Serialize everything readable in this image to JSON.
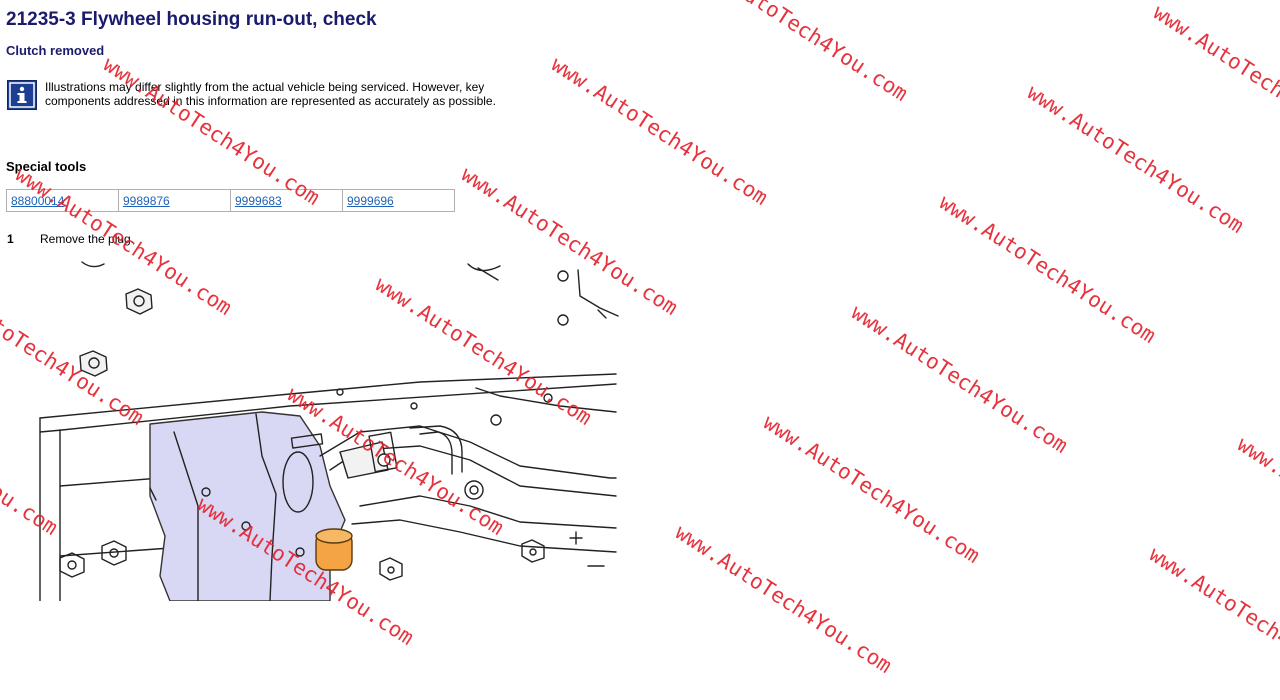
{
  "document": {
    "title": "21235-3 Flywheel housing run-out, check",
    "subtitle": "Clutch removed",
    "info_icon": "info-icon",
    "info_note": "Illustrations may differ slightly from the actual vehicle being serviced. However, key components addressed in this information are represented as accurately as possible.",
    "special_tools_heading": "Special tools",
    "special_tools": [
      "88800014",
      "9989876",
      "9999683",
      "9999696"
    ],
    "steps": [
      {
        "number": "1",
        "text": "Remove the plug."
      }
    ]
  },
  "watermark": {
    "text": "www.AutoTech4You.com",
    "color": "#e4222d"
  },
  "colors": {
    "title": "#1b1b6e",
    "link": "#1f63b6",
    "highlight_part": "#f4a444",
    "housing_fill": "#d9d8f4"
  }
}
